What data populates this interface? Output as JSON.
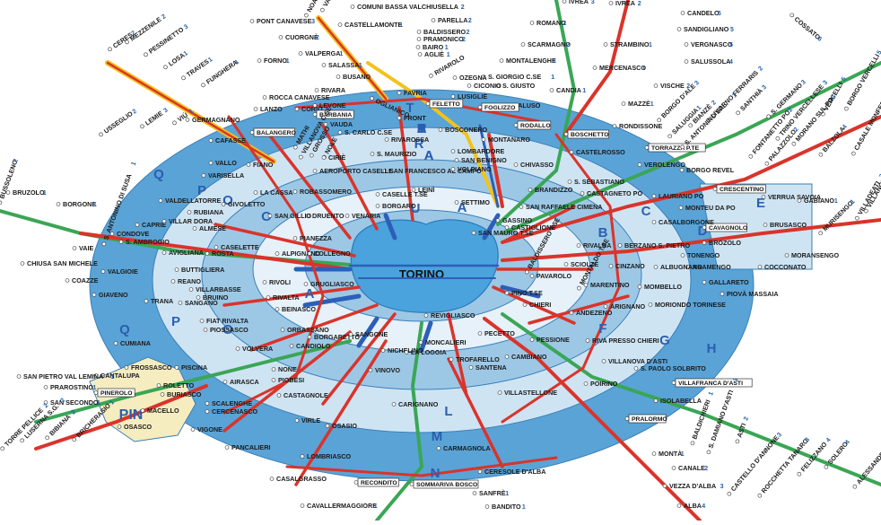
{
  "map": {
    "city": "TORINO",
    "pin_zone": "PIN",
    "colors": {
      "rail_red": "#d9342b",
      "rail_green": "#3aa655",
      "rail_yellow": "#f3c21b",
      "rail_blue": "#2c5fb8",
      "ring_dark": "#5aa3d6",
      "ring_mid": "#9cc8e6",
      "ring_light": "#cfe4f3",
      "ring_core": "#e6f1f9",
      "city_water": "#4aa3dc",
      "pin_fill": "#f5ecc0"
    },
    "zones": [
      {
        "id": "U",
        "letters": [
          "U"
        ]
      },
      {
        "id": "S",
        "letters": [
          "S",
          "T",
          "R",
          "A"
        ]
      },
      {
        "id": "A",
        "letters": [
          "A",
          "A",
          "A"
        ]
      },
      {
        "id": "B",
        "letters": [
          "B"
        ]
      },
      {
        "id": "C",
        "letters": [
          "C"
        ]
      },
      {
        "id": "D",
        "letters": [
          "D"
        ]
      },
      {
        "id": "E",
        "letters": [
          "E"
        ]
      },
      {
        "id": "F",
        "letters": [
          "F"
        ]
      },
      {
        "id": "G",
        "letters": [
          "G"
        ]
      },
      {
        "id": "H",
        "letters": [
          "H"
        ]
      },
      {
        "id": "L",
        "letters": [
          "L"
        ]
      },
      {
        "id": "M",
        "letters": [
          "M"
        ]
      },
      {
        "id": "N",
        "letters": [
          "N"
        ]
      },
      {
        "id": "O",
        "letters": [
          "O",
          "O",
          "O"
        ]
      },
      {
        "id": "P",
        "letters": [
          "P",
          "P"
        ]
      },
      {
        "id": "Q",
        "letters": [
          "Q",
          "Q"
        ]
      }
    ],
    "stations": [
      {
        "name": "CERES",
        "num": "2"
      },
      {
        "name": "MEZZENILE",
        "num": "2"
      },
      {
        "name": "PESSINETTO",
        "num": "3"
      },
      {
        "name": "LOSA",
        "num": "1"
      },
      {
        "name": "TRAVES",
        "num": "1"
      },
      {
        "name": "FUNGHERA",
        "num": "1"
      },
      {
        "name": "USSEGLIO",
        "num": "2"
      },
      {
        "name": "LEMIE",
        "num": "3"
      },
      {
        "name": "VIÙ",
        "num": "1"
      },
      {
        "name": "PONT CANAVESE",
        "num": "3"
      },
      {
        "name": "CUORGNÈ",
        "num": "2"
      },
      {
        "name": "NOASCA",
        "num": "3"
      },
      {
        "name": "VALPRATO NIGRA",
        "num": "1"
      },
      {
        "name": "COMUNI BASSA VALCHIUSELLA",
        "num": "2"
      },
      {
        "name": "CASTELLAMONTE",
        "num": "1"
      },
      {
        "name": "PARELLA",
        "num": "2"
      },
      {
        "name": "BALDISSERO",
        "num": "2"
      },
      {
        "name": "PRAMONICO",
        "num": "2"
      },
      {
        "name": "BAIRO",
        "num": "1"
      },
      {
        "name": "AGLIÈ",
        "num": "1"
      },
      {
        "name": "FORNO",
        "num": "1"
      },
      {
        "name": "VALPERGA",
        "num": "1"
      },
      {
        "name": "SALASSA",
        "num": "1"
      },
      {
        "name": "BUSANO",
        "num": ""
      },
      {
        "name": "IVREA",
        "num": "3"
      },
      {
        "name": "IVREA",
        "num": "2"
      },
      {
        "name": "ROMANO",
        "num": "2"
      },
      {
        "name": "SCARMAGNO",
        "num": "2"
      },
      {
        "name": "STRAMBINO",
        "num": "1"
      },
      {
        "name": "MERCENASCO",
        "num": "1"
      },
      {
        "name": "MONTALENGHE",
        "num": "1"
      },
      {
        "name": "S. GIORGIO C.SE",
        "num": "1"
      },
      {
        "name": "S. GIUSTO",
        "num": ""
      },
      {
        "name": "CANDIA",
        "num": "1"
      },
      {
        "name": "VISCHE",
        "num": "2"
      },
      {
        "name": "MAZZÈ",
        "num": "1"
      },
      {
        "name": "CALUSO",
        "num": ""
      },
      {
        "name": "RODALLO",
        "num": ""
      },
      {
        "name": "BOSCHETTO",
        "num": ""
      },
      {
        "name": "RONDISSONE",
        "num": ""
      },
      {
        "name": "TORRAZZA P.TE",
        "num": ""
      },
      {
        "name": "CANDELO",
        "num": "5"
      },
      {
        "name": "SANDIGLIANO",
        "num": "5"
      },
      {
        "name": "VERGNASCO",
        "num": "5"
      },
      {
        "name": "SALUSSOLA",
        "num": "4"
      },
      {
        "name": "COSSATO",
        "num": "6"
      },
      {
        "name": "BORGO VERCELLI",
        "num": "5"
      },
      {
        "name": "VERCELLI",
        "num": "5"
      },
      {
        "name": "S. GERMANO",
        "num": "3"
      },
      {
        "name": "SANTHIÀ",
        "num": "3"
      },
      {
        "name": "LIVORNO FERRARIS",
        "num": "2"
      },
      {
        "name": "BIANZÈ",
        "num": "2"
      },
      {
        "name": "BORGO D'ALE",
        "num": "3"
      },
      {
        "name": "SALUGGIA",
        "num": "1"
      },
      {
        "name": "S. ANTONINO SAL.",
        "num": "1"
      },
      {
        "name": "CASTELROSSO",
        "num": ""
      },
      {
        "name": "VEROLENGO",
        "num": ""
      },
      {
        "name": "BORGO REVEL",
        "num": ""
      },
      {
        "name": "TRINO VERCELLESE",
        "num": "3"
      },
      {
        "name": "MORANO SUL PO",
        "num": "3"
      },
      {
        "name": "BALZOLA",
        "num": "4"
      },
      {
        "name": "CASALE MONFERRATO",
        "num": "4"
      },
      {
        "name": "FONTANETTO PO",
        "num": "2"
      },
      {
        "name": "PALAZZOLO",
        "num": "2"
      },
      {
        "name": "CRESCENTINO",
        "num": ""
      },
      {
        "name": "VERRUA SAVOIA",
        "num": ""
      },
      {
        "name": "GABIANO",
        "num": "1"
      },
      {
        "name": "BRUSASCO",
        "num": ""
      },
      {
        "name": "CAVAGNOLO",
        "num": ""
      },
      {
        "name": "MURISENGO",
        "num": "1"
      },
      {
        "name": "VILLADEATI",
        "num": "2"
      },
      {
        "name": "VILLANOVA M.TO",
        "num": "2"
      },
      {
        "name": "LAURIANO PO",
        "num": ""
      },
      {
        "name": "MONTEU DA PO",
        "num": ""
      },
      {
        "name": "CASALBORGONE",
        "num": ""
      },
      {
        "name": "BROZOLO",
        "num": ""
      },
      {
        "name": "TONENGO",
        "num": ""
      },
      {
        "name": "ARAMENGO",
        "num": ""
      },
      {
        "name": "COCCONATO",
        "num": ""
      },
      {
        "name": "MORANSENGO",
        "num": ""
      },
      {
        "name": "GALLARETO",
        "num": ""
      },
      {
        "name": "PIOVÀ MASSAIA",
        "num": ""
      },
      {
        "name": "ROCCA CANAVESE",
        "num": ""
      },
      {
        "name": "RIVARA",
        "num": ""
      },
      {
        "name": "OGLIANICO",
        "num": ""
      },
      {
        "name": "FAVRIA",
        "num": ""
      },
      {
        "name": "RIVAROLO",
        "num": ""
      },
      {
        "name": "OZEGNA",
        "num": ""
      },
      {
        "name": "CICONIO",
        "num": ""
      },
      {
        "name": "LUSIGLIÈ",
        "num": ""
      },
      {
        "name": "FELETTO",
        "num": ""
      },
      {
        "name": "FOGLIZZO",
        "num": ""
      },
      {
        "name": "LANZO",
        "num": ""
      },
      {
        "name": "CORIO",
        "num": ""
      },
      {
        "name": "LEVONE",
        "num": ""
      },
      {
        "name": "BARBANIA",
        "num": ""
      },
      {
        "name": "FRONT",
        "num": ""
      },
      {
        "name": "VAUDA",
        "num": ""
      },
      {
        "name": "S. CARLO C.SE",
        "num": ""
      },
      {
        "name": "RIVAROSSA",
        "num": ""
      },
      {
        "name": "BALANGERO",
        "num": ""
      },
      {
        "name": "MATHI",
        "num": ""
      },
      {
        "name": "VILLANOVA C.SE",
        "num": ""
      },
      {
        "name": "GROSSO",
        "num": ""
      },
      {
        "name": "NOLE",
        "num": ""
      },
      {
        "name": "CIRIÈ",
        "num": ""
      },
      {
        "name": "S. MAURIZIO",
        "num": ""
      },
      {
        "name": "SAN FRANCESCO AL CAMPO",
        "num": ""
      },
      {
        "name": "BOSCONERO",
        "num": ""
      },
      {
        "name": "LOMBARDORE",
        "num": ""
      },
      {
        "name": "SAN BENIGNO",
        "num": ""
      },
      {
        "name": "VOLPIANO",
        "num": ""
      },
      {
        "name": "MONTANARO",
        "num": ""
      },
      {
        "name": "CHIVASSO",
        "num": ""
      },
      {
        "name": "GERMAGNANO",
        "num": ""
      },
      {
        "name": "CAFASSE",
        "num": ""
      },
      {
        "name": "VALLO",
        "num": ""
      },
      {
        "name": "VARISELLA",
        "num": ""
      },
      {
        "name": "FIANO",
        "num": ""
      },
      {
        "name": "AEROPORTO CASELLE",
        "num": ""
      },
      {
        "name": "ROBASSOMERO",
        "num": ""
      },
      {
        "name": "LA CASSA",
        "num": ""
      },
      {
        "name": "CASELLE T.SE",
        "num": ""
      },
      {
        "name": "LEINÌ",
        "num": ""
      },
      {
        "name": "SETTIMO",
        "num": ""
      },
      {
        "name": "BORGARO",
        "num": ""
      },
      {
        "name": "VENARIA",
        "num": ""
      },
      {
        "name": "DRUENTO",
        "num": ""
      },
      {
        "name": "SAN GILLIO",
        "num": ""
      },
      {
        "name": "GIVOLETTO",
        "num": ""
      },
      {
        "name": "BRANDIZZO",
        "num": ""
      },
      {
        "name": "S. SEBASTIANO",
        "num": ""
      },
      {
        "name": "CASTAGNETO PO",
        "num": ""
      },
      {
        "name": "SAN RAFFAELE CIMENA",
        "num": ""
      },
      {
        "name": "GASSINO",
        "num": ""
      },
      {
        "name": "SAN MAURO T.SE",
        "num": ""
      },
      {
        "name": "CASTIGLIONE",
        "num": ""
      },
      {
        "name": "VALDELLATORRE",
        "num": ""
      },
      {
        "name": "RUBIANA",
        "num": ""
      },
      {
        "name": "CAPRIE",
        "num": ""
      },
      {
        "name": "VILLAR DORA",
        "num": ""
      },
      {
        "name": "ALMESE",
        "num": ""
      },
      {
        "name": "CASELETTE",
        "num": ""
      },
      {
        "name": "PIANEZZA",
        "num": ""
      },
      {
        "name": "ALPIGNANO",
        "num": ""
      },
      {
        "name": "COLLEGNO",
        "num": ""
      },
      {
        "name": "S. ANTONINO DI SUSA",
        "num": "1"
      },
      {
        "name": "BUSSOLENO",
        "num": "2"
      },
      {
        "name": "BRUZOLO",
        "num": "1"
      },
      {
        "name": "BORGONE",
        "num": "1"
      },
      {
        "name": "CONDOVE",
        "num": ""
      },
      {
        "name": "S. AMBROGIO",
        "num": ""
      },
      {
        "name": "AVIGLIANA",
        "num": ""
      },
      {
        "name": "ROSTA",
        "num": ""
      },
      {
        "name": "VAIE",
        "num": ""
      },
      {
        "name": "CHIUSA SAN MICHELE",
        "num": ""
      },
      {
        "name": "VALGIOIE",
        "num": ""
      },
      {
        "name": "BUTTIGLIERA",
        "num": ""
      },
      {
        "name": "REANO",
        "num": ""
      },
      {
        "name": "COAZZE",
        "num": ""
      },
      {
        "name": "GIAVENO",
        "num": ""
      },
      {
        "name": "VILLARBASSE",
        "num": ""
      },
      {
        "name": "SANGANO",
        "num": ""
      },
      {
        "name": "TRANA",
        "num": ""
      },
      {
        "name": "BRUINO",
        "num": ""
      },
      {
        "name": "RIVOLI",
        "num": ""
      },
      {
        "name": "GRUGLIASCO",
        "num": ""
      },
      {
        "name": "RIVALTA",
        "num": ""
      },
      {
        "name": "BEINASCO",
        "num": ""
      },
      {
        "name": "FIAT RIVALTA",
        "num": ""
      },
      {
        "name": "PIOSSASCO",
        "num": ""
      },
      {
        "name": "ORBASSANO",
        "num": ""
      },
      {
        "name": "BORGARETTO",
        "num": ""
      },
      {
        "name": "CANDIOLO",
        "num": ""
      },
      {
        "name": "SANGONE",
        "num": ""
      },
      {
        "name": "VOLVERA",
        "num": ""
      },
      {
        "name": "CUMIANA",
        "num": ""
      },
      {
        "name": "FROSSASCO",
        "num": ""
      },
      {
        "name": "CANTALUPA",
        "num": ""
      },
      {
        "name": "SAN PIETRO VAL LEMINA",
        "num": "1"
      },
      {
        "name": "PRAROSTINO",
        "num": "1"
      },
      {
        "name": "PINEROLO",
        "num": ""
      },
      {
        "name": "ROLETTO",
        "num": ""
      },
      {
        "name": "BURIASCO",
        "num": ""
      },
      {
        "name": "SAN SECONDO",
        "num": "1"
      },
      {
        "name": "MACELLO",
        "num": ""
      },
      {
        "name": "OSASCO",
        "num": ""
      },
      {
        "name": "LUSERNA S.G.",
        "num": "2"
      },
      {
        "name": "TORRE PELLICE",
        "num": "2"
      },
      {
        "name": "BIBIANA",
        "num": "2"
      },
      {
        "name": "BRICHERASIO",
        "num": "1"
      },
      {
        "name": "PISCINA",
        "num": ""
      },
      {
        "name": "AIRASCA",
        "num": ""
      },
      {
        "name": "NONE",
        "num": ""
      },
      {
        "name": "PIOBESI",
        "num": ""
      },
      {
        "name": "CASTAGNOLE",
        "num": ""
      },
      {
        "name": "SCALENGHE",
        "num": ""
      },
      {
        "name": "CERCENASCO",
        "num": ""
      },
      {
        "name": "VIGONE",
        "num": ""
      },
      {
        "name": "PANCALIERI",
        "num": ""
      },
      {
        "name": "VIRLE",
        "num": ""
      },
      {
        "name": "OSASIO",
        "num": ""
      },
      {
        "name": "LOMBRIASCO",
        "num": ""
      },
      {
        "name": "CASALGRASSO",
        "num": ""
      },
      {
        "name": "NICHELINO",
        "num": ""
      },
      {
        "name": "MONCALIERI",
        "num": ""
      },
      {
        "name": "LA LOGGIA",
        "num": ""
      },
      {
        "name": "VINOVO",
        "num": ""
      },
      {
        "name": "CARIGNANO",
        "num": ""
      },
      {
        "name": "TROFARELLO",
        "num": ""
      },
      {
        "name": "SANTENA",
        "num": ""
      },
      {
        "name": "CAMBIANO",
        "num": ""
      },
      {
        "name": "VILLASTELLONE",
        "num": ""
      },
      {
        "name": "POIRINO",
        "num": ""
      },
      {
        "name": "CARMAGNOLA",
        "num": ""
      },
      {
        "name": "RECONDITO",
        "num": ""
      },
      {
        "name": "SOMMARIVA BOSCO",
        "num": ""
      },
      {
        "name": "CERESOLE D'ALBA",
        "num": ""
      },
      {
        "name": "SANFRÈ",
        "num": "1"
      },
      {
        "name": "BANDITO",
        "num": "1"
      },
      {
        "name": "CAVALLERMAGGIORE",
        "num": "1"
      },
      {
        "name": "MONTÀ",
        "num": "1"
      },
      {
        "name": "CANALE",
        "num": "2"
      },
      {
        "name": "VEZZA D'ALBA",
        "num": "3"
      },
      {
        "name": "ALBA",
        "num": "4"
      },
      {
        "name": "PRALORMO",
        "num": ""
      },
      {
        "name": "REVIGLIASCO",
        "num": ""
      },
      {
        "name": "PECETTO",
        "num": ""
      },
      {
        "name": "PESSIONE",
        "num": ""
      },
      {
        "name": "CHIERI",
        "num": ""
      },
      {
        "name": "PINO T.SE",
        "num": ""
      },
      {
        "name": "PAVAROLO",
        "num": ""
      },
      {
        "name": "ANDEZENO",
        "num": ""
      },
      {
        "name": "ARIGNANO",
        "num": ""
      },
      {
        "name": "MORIONDO TORINESE",
        "num": ""
      },
      {
        "name": "RIVA PRESSO CHIERI",
        "num": ""
      },
      {
        "name": "MARENTINO",
        "num": ""
      },
      {
        "name": "MOMBELLO",
        "num": ""
      },
      {
        "name": "BALDISSERO T.SE",
        "num": ""
      },
      {
        "name": "SCIOLZE",
        "num": ""
      },
      {
        "name": "MONTALDO T.SE",
        "num": ""
      },
      {
        "name": "RIVALBA",
        "num": ""
      },
      {
        "name": "CINZANO",
        "num": ""
      },
      {
        "name": "BERZANO S. PIETRO",
        "num": ""
      },
      {
        "name": "ALBUGNANO",
        "num": ""
      },
      {
        "name": "VILLANOVA D'ASTI",
        "num": ""
      },
      {
        "name": "S. PAOLO SOLBRITO",
        "num": ""
      },
      {
        "name": "VILLAFRANCA D'ASTI",
        "num": ""
      },
      {
        "name": "ISOLABELLA",
        "num": ""
      },
      {
        "name": "BALDICHIERI",
        "num": "1"
      },
      {
        "name": "S. DAMIANO D'ASTI",
        "num": "1"
      },
      {
        "name": "ASTI",
        "num": "2"
      },
      {
        "name": "CASTELLO D'ANNONE",
        "num": "3"
      },
      {
        "name": "ROCCHETTA TANARO",
        "num": "3"
      },
      {
        "name": "FELIZZANO",
        "num": "4"
      },
      {
        "name": "SOLERO",
        "num": "4"
      },
      {
        "name": "ALESSANDRIA",
        "num": "5"
      }
    ]
  }
}
